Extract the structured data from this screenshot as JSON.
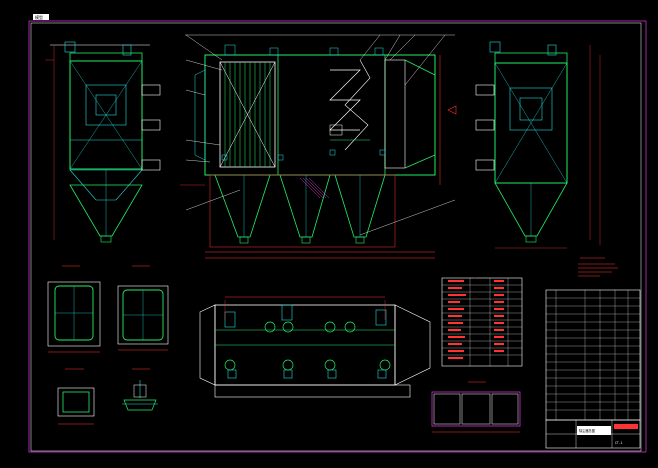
{
  "colors": {
    "background": "#000000",
    "frame": "#cc33cc",
    "outline": "#ffffff",
    "body": "#22ee66",
    "structure": "#22dddd",
    "dimension": "#ff3333",
    "note": "#ff3333"
  },
  "sheet": {
    "tab_label": "模型",
    "title_block_label": "除尘器总图",
    "title_block_number": "CT-1"
  }
}
